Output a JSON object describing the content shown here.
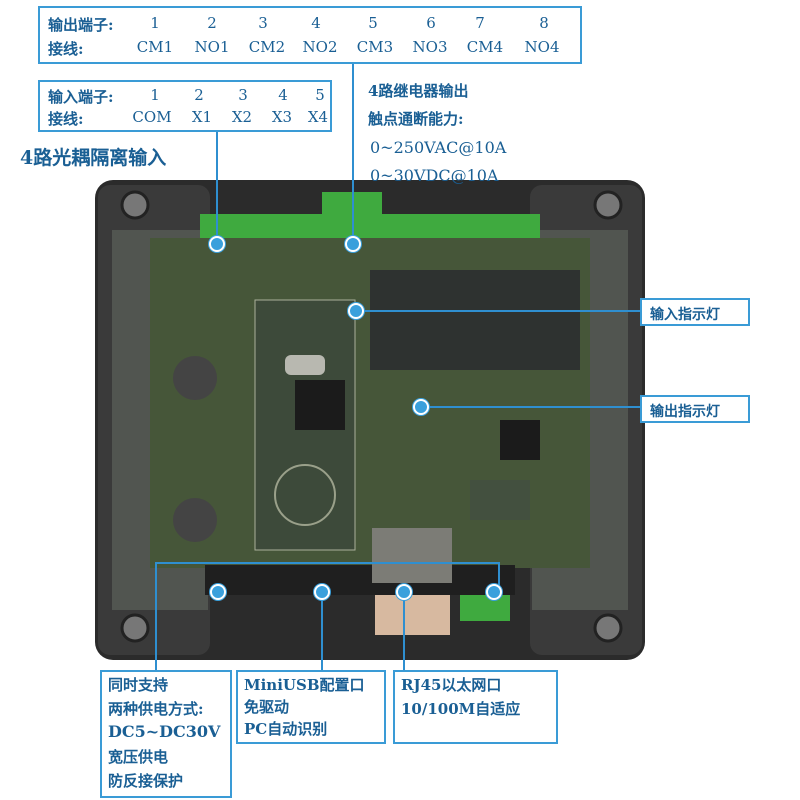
{
  "output_terminals": {
    "label_terminal": "输出端子:",
    "label_wiring": "接线:",
    "numbers": [
      "1",
      "2",
      "3",
      "4",
      "5",
      "6",
      "7",
      "8"
    ],
    "wiring": [
      "CM1",
      "NO1",
      "CM2",
      "NO2",
      "CM3",
      "NO3",
      "CM4",
      "NO4"
    ]
  },
  "input_terminals": {
    "label_terminal": "输入端子:",
    "label_wiring": "接线:",
    "numbers": [
      "1",
      "2",
      "3",
      "4",
      "5"
    ],
    "wiring": [
      "COM",
      "X1",
      "X2",
      "X3",
      "X4"
    ]
  },
  "input_title": "4路光耦隔离输入",
  "relay_output": {
    "title": "4路继电器输出",
    "subtitle": "触点通断能力:",
    "spec_ac": "0~250VAC@10A",
    "spec_dc": "0~30VDC@10A"
  },
  "callouts": {
    "input_indicator": "输入指示灯",
    "output_indicator": "输出指示灯"
  },
  "bottom_boxes": {
    "power": [
      "同时支持",
      "两种供电方式:",
      "DC5~DC30V",
      "宽压供电",
      "防反接保护"
    ],
    "usb": [
      "MiniUSB配置口",
      "免驱动",
      "PC自动识别"
    ],
    "ethernet": [
      "RJ45以太网口",
      "10/100M自适应"
    ]
  },
  "colors": {
    "accent": "#3a9bd6",
    "text": "#1a5f94",
    "pcb": "#5d6e4a",
    "terminal_green": "#3faa3f",
    "housing": "#2b2b2b"
  }
}
